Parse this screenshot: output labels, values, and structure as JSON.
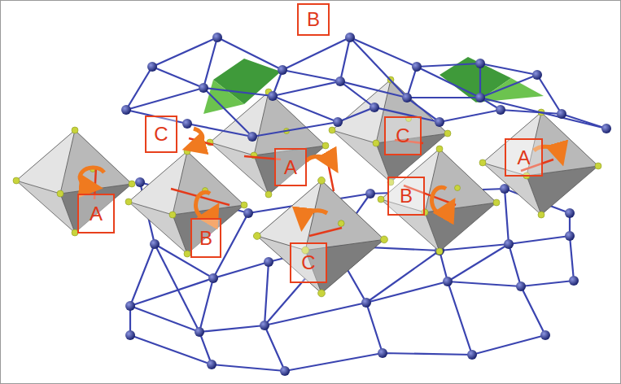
{
  "diagram": {
    "nodes": [
      {
        "text": [
          "B"
        ]
      },
      {
        "text": [
          "C"
        ]
      },
      {
        "text": [
          "C"
        ]
      },
      {
        "text": [
          "A"
        ]
      },
      {
        "text": [
          "A"
        ]
      },
      {
        "text": [
          "B"
        ]
      },
      {
        "text": [
          "A"
        ]
      },
      {
        "text": [
          "B"
        ]
      },
      {
        "text": [
          "C"
        ]
      }
    ]
  }
}
